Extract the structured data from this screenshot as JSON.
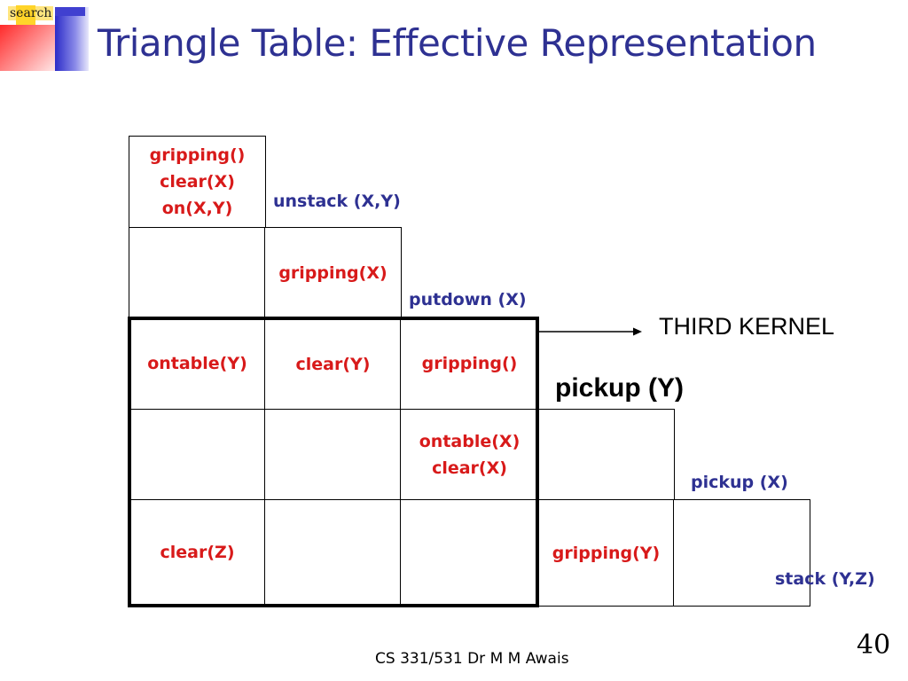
{
  "logo": {
    "search_label": "search"
  },
  "slide": {
    "title": "Triangle Table: Effective Representation",
    "footer": "CS 331/531 Dr M M Awais",
    "page_number": "40"
  },
  "table": {
    "row1": {
      "col1": [
        "gripping()",
        "clear(X)",
        "on(X,Y)"
      ],
      "action": "unstack (X,Y)"
    },
    "row2": {
      "col2": "gripping(X)",
      "action": "putdown (X)"
    },
    "row3": {
      "col1": "ontable(Y)",
      "col2": "clear(Y)",
      "col3": "gripping()",
      "action": "pickup (Y)"
    },
    "row4": {
      "col3": [
        "ontable(X)",
        "clear(X)"
      ],
      "action": "pickup (X)"
    },
    "row5": {
      "col1": "clear(Z)",
      "col4": "gripping(Y)",
      "action": "stack (Y,Z)"
    }
  },
  "kernel": {
    "label": "THIRD KERNEL"
  },
  "colors": {
    "title": "#2e3192",
    "precondition_text": "#d81a1a",
    "action_text": "#2e3192"
  }
}
